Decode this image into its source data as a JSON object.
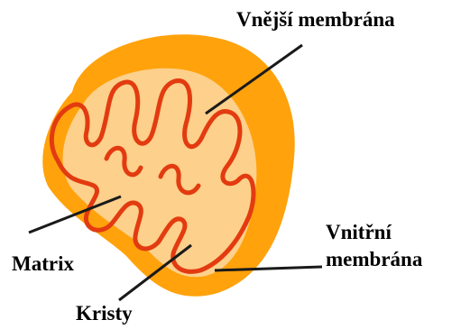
{
  "colors": {
    "outer_membrane": "#FFA20C",
    "matrix": "#FDD08B",
    "inner_membrane_stroke": "#E33B10",
    "leader_line": "#1a1a1a"
  },
  "labels": {
    "outer_membrane": "Vnější membrána",
    "inner_membrane": "Vnitřní\nmembrána",
    "matrix": "Matrix",
    "cristae": "Kristy"
  }
}
